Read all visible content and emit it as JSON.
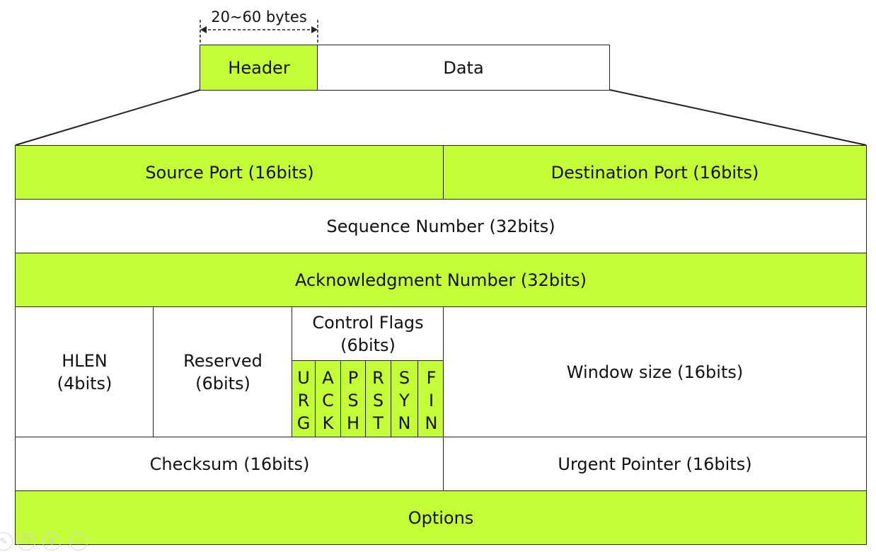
{
  "top": {
    "size_label": "20~60 bytes",
    "header_label": "Header",
    "data_label": "Data"
  },
  "tcp_header": {
    "source_port": "Source Port (16bits)",
    "destination_port": "Destination Port (16bits)",
    "sequence_number": "Sequence Number (32bits)",
    "ack_number": "Acknowledgment Number (32bits)",
    "hlen": [
      "HLEN",
      "(4bits)"
    ],
    "reserved": [
      "Reserved",
      "(6bits)"
    ],
    "control_flags": [
      "Control Flags",
      "(6bits)"
    ],
    "flags": [
      [
        "U",
        "R",
        "G"
      ],
      [
        "A",
        "C",
        "K"
      ],
      [
        "P",
        "S",
        "H"
      ],
      [
        "R",
        "S",
        "T"
      ],
      [
        "S",
        "Y",
        "N"
      ],
      [
        "F",
        "I",
        "N"
      ]
    ],
    "window_size": "Window size (16bits)",
    "checksum": "Checksum (16bits)",
    "urgent_pointer": "Urgent Pointer (16bits)",
    "options": "Options"
  },
  "colors": {
    "highlight": "#c4fd36",
    "border": "#222222"
  }
}
